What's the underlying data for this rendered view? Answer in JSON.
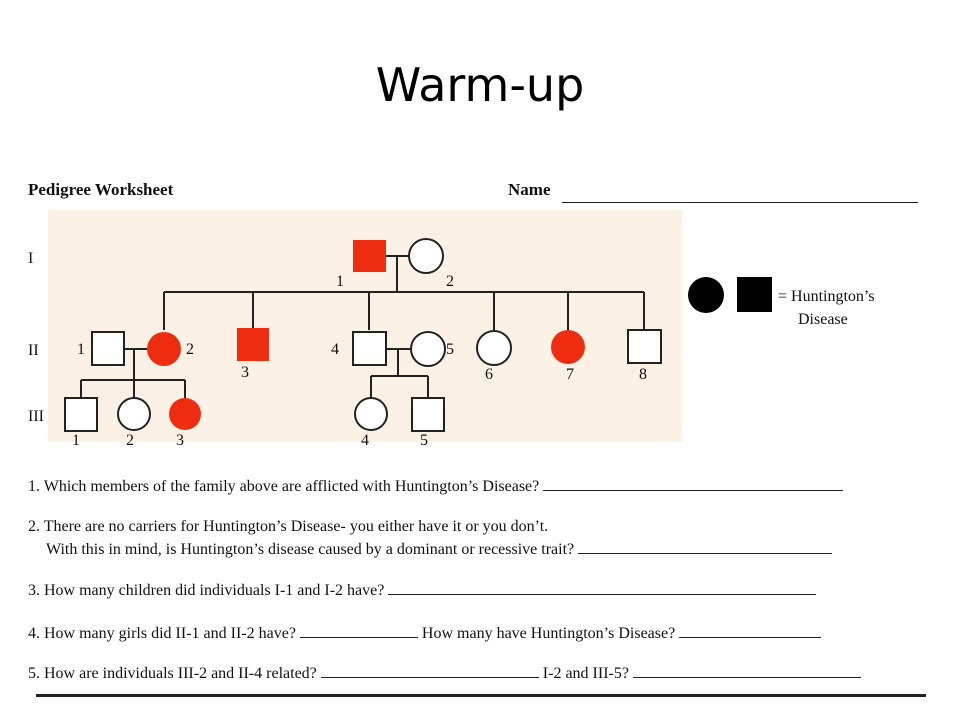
{
  "slide": {
    "title": "Warm-up"
  },
  "worksheet": {
    "title": "Pedigree Worksheet",
    "name_label": "Name"
  },
  "pedigree": {
    "generations": [
      "I",
      "II",
      "III"
    ],
    "gen1": {
      "labels": [
        "1",
        "2"
      ]
    },
    "gen2": {
      "labels": [
        "1",
        "2",
        "3",
        "4",
        "5",
        "6",
        "7",
        "8"
      ]
    },
    "gen3": {
      "labels": [
        "1",
        "2",
        "3",
        "4",
        "5"
      ]
    },
    "affected_color": "#ee2c0f",
    "outline_color": "#222222"
  },
  "legend": {
    "line1": "= Huntington’s",
    "line2": "Disease",
    "symbol_color": "#000000"
  },
  "questions": {
    "q1": "1. Which members of the family above are afflicted with Huntington’s Disease?",
    "q2a": "2. There are no carriers for Huntington’s Disease- you either have it or you don’t.",
    "q2b": "With this in mind, is Huntington’s disease caused by a dominant or recessive trait?",
    "q3": "3. How many children did individuals I-1 and I-2 have?",
    "q4a": "4. How many girls did II-1 and II-2 have?",
    "q4b": "How many have Huntington’s Disease?",
    "q5a": "5. How are individuals III-2 and II-4 related?",
    "q5b": "I-2 and III-5?"
  }
}
